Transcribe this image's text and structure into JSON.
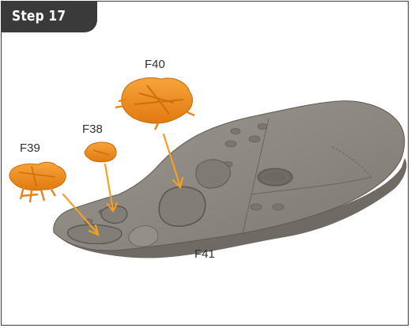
{
  "step": {
    "label": "Step 17"
  },
  "parts": [
    {
      "id": "f40",
      "label": "F40"
    },
    {
      "id": "f38",
      "label": "F38"
    },
    {
      "id": "f39",
      "label": "F39"
    },
    {
      "id": "f41",
      "label": "F41"
    }
  ],
  "colors": {
    "tab": "#3a3a3a",
    "frame": "#3c3c3c",
    "part_orange": "#f08c1e",
    "base_gray": "#8c8780",
    "arrow": "#f3a024"
  }
}
